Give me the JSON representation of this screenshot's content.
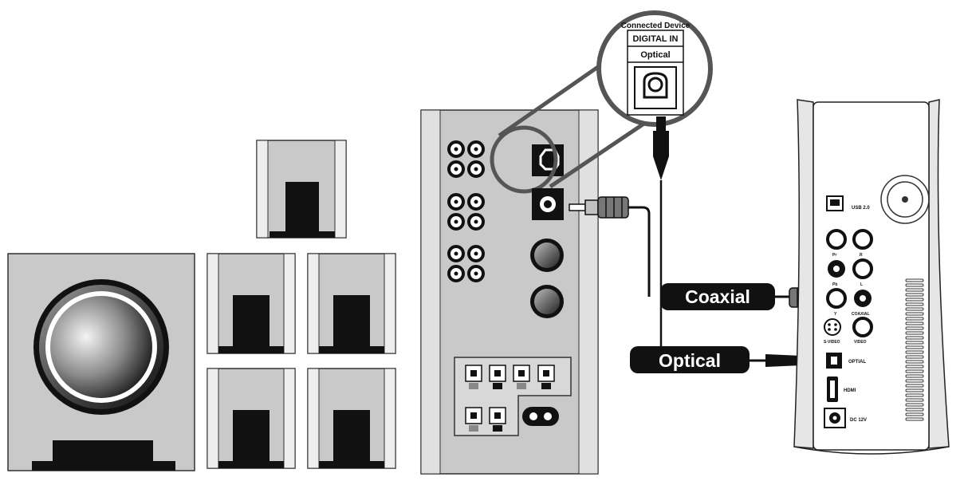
{
  "callout": {
    "header": "Connected Device",
    "port_title": "DIGITAL IN",
    "port_subtitle": "Optical"
  },
  "cables": {
    "coaxial_label": "Coaxial",
    "optical_label": "Optical"
  },
  "player_ports": {
    "usb": "USB 2.0",
    "pr": "Pr",
    "r": "R",
    "pb": "Pb",
    "l": "L",
    "y": "Y",
    "coaxial": "COAXIAL",
    "svideo": "S-VIDEO",
    "video": "VIDEO",
    "optical": "OPTIAL",
    "hdmi": "HDMI",
    "dc": "DC 12V"
  },
  "colors": {
    "ink": "#111111",
    "panel_gray": "#c9c9c9",
    "light_gray": "#e6e6e6",
    "white": "#ffffff"
  }
}
